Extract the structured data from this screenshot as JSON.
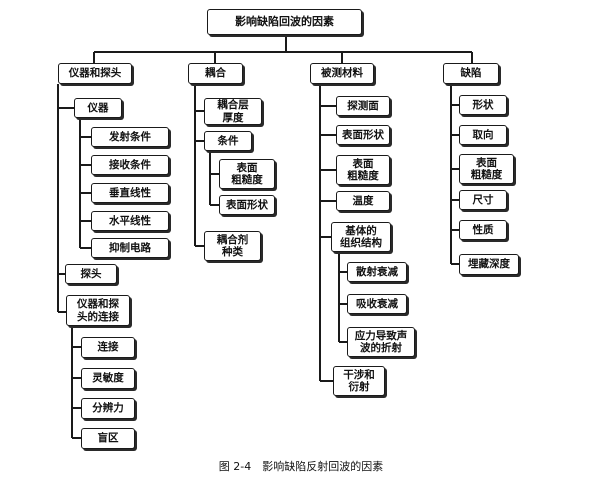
{
  "title": "影响缺陷回波的因素",
  "caption": "图 2-4　影响缺陷反射回波的因素",
  "nodes": {
    "c1": "仪器和探头",
    "c1_instrument": "仪器",
    "c1_emit": "发射条件",
    "c1_receive": "接收条件",
    "c1_vertical": "垂直线性",
    "c1_horizontal": "水平线性",
    "c1_suppress": "抑制电路",
    "c1_probe": "探头",
    "c1_connection": "仪器和探\n头的连接",
    "c1_link": "连接",
    "c1_sensitivity": "灵敏度",
    "c1_resolution": "分辨力",
    "c1_blind": "盲区",
    "c2": "耦合",
    "c2_layer": "耦合层\n厚度",
    "c2_condition": "条件",
    "c2_roughness": "表面\n粗糙度",
    "c2_shape": "表面形状",
    "c2_agent": "耦合剂\n种类",
    "c3": "被测材料",
    "c3_face": "探测面",
    "c3_shape": "表面形状",
    "c3_roughness": "表面\n粗糙度",
    "c3_temp": "温度",
    "c3_structure": "基体的\n组织结构",
    "c3_scatter": "散射衰减",
    "c3_absorb": "吸收衰减",
    "c3_stress": "应力导致声\n波的折射",
    "c3_interference": "干涉和\n衍射",
    "c4": "缺陷",
    "c4_shape": "形状",
    "c4_orientation": "取向",
    "c4_roughness": "表面\n粗糙度",
    "c4_size": "尺寸",
    "c4_nature": "性质",
    "c4_depth": "埋藏深度"
  }
}
